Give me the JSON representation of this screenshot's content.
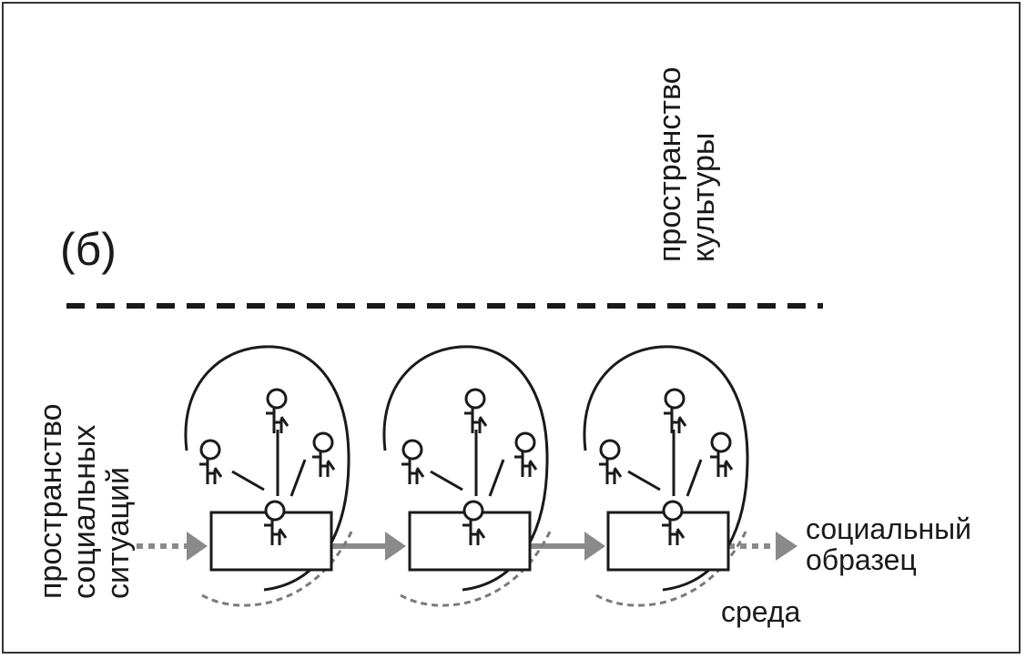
{
  "panel_label": "(б)",
  "culture_space": [
    "пространство",
    "культуры"
  ],
  "social_space": [
    "пространство",
    "социальных",
    "ситуаций"
  ],
  "output_label": [
    "социальный",
    "образец"
  ],
  "environment_label": "среда",
  "colors": {
    "line": "#1a1a1a",
    "arrow": "#8a8a8a",
    "dashed_gray": "#7a7a7a"
  },
  "icons": [
    "person-icon",
    "arrow-right-icon"
  ]
}
